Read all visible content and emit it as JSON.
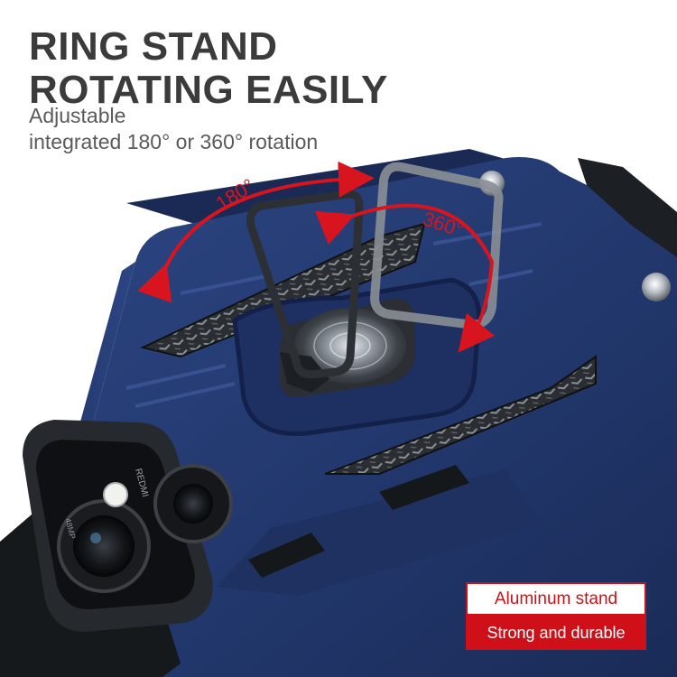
{
  "headline": {
    "line1": "RING STAND",
    "line2": "ROTATING EASILY"
  },
  "subtitle": {
    "line1": "Adjustable",
    "line2": "integrated 180° or 360° rotation"
  },
  "rotation_labels": {
    "half": "180°",
    "full": "360°"
  },
  "case_engraving": {
    "brand": "REDMI",
    "camera_text": "48MP"
  },
  "features": {
    "material": "Aluminum stand",
    "quality": "Strong and durable"
  },
  "colors": {
    "case_blue": "#23386f",
    "accent_red": "#d01018",
    "headline_gray": "#3b3b3b"
  }
}
